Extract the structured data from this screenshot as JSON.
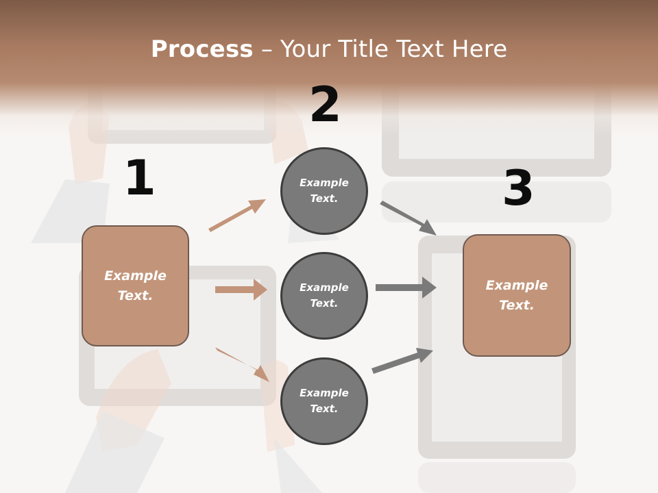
{
  "slide": {
    "title_bold": "Process",
    "title_rest": " – Your Title Text Here",
    "steps": [
      {
        "number": "1",
        "text": "Example\nText."
      },
      {
        "number": "2",
        "circles": [
          "Example\nText.",
          "Example\nText.",
          "Example\nText."
        ]
      },
      {
        "number": "3",
        "text": "Example\nText."
      }
    ]
  },
  "colors": {
    "header": "#a97c62",
    "box_fill": "#c2957a",
    "box_border": "#6f5a50",
    "circle_fill": "#7a7a7a",
    "arrow_brown": "#c2957a",
    "arrow_gray": "#7a7a7a"
  }
}
